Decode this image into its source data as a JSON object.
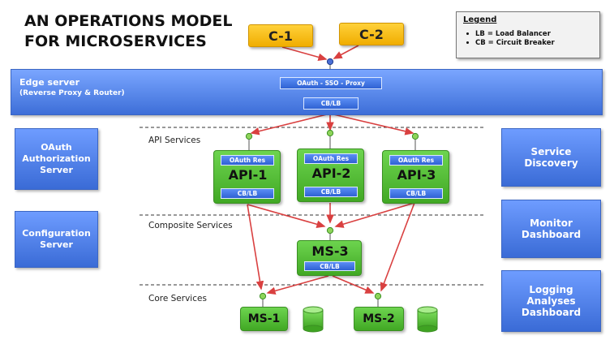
{
  "title": [
    "AN OPERATIONS MODEL",
    "FOR MICROSERVICES"
  ],
  "legend": {
    "title": "Legend",
    "items": [
      "LB = Load Balancer",
      "CB = Circuit Breaker"
    ]
  },
  "clients": [
    "C-1",
    "C-2"
  ],
  "edge_server": {
    "title": "Edge server",
    "subtitle": "(Reverse Proxy & Router)",
    "oauth_label": "OAuth - SSO - Proxy",
    "cblb_label": "CB/LB"
  },
  "left_services": [
    "OAuth Authorization Server",
    "Configuration Server"
  ],
  "right_services": [
    "Service Discovery",
    "Monitor Dashboard",
    "Logging Analyses Dashboard"
  ],
  "sections": [
    "API Services",
    "Composite Services",
    "Core Services"
  ],
  "api_services": [
    {
      "name": "API-1",
      "top": "OAuth Res",
      "bottom": "CB/LB"
    },
    {
      "name": "API-2",
      "top": "OAuth Res",
      "bottom": "CB/LB"
    },
    {
      "name": "API-3",
      "top": "OAuth Res",
      "bottom": "CB/LB"
    }
  ],
  "composite_service": {
    "name": "MS-3",
    "bottom": "CB/LB"
  },
  "core_services": [
    "MS-1",
    "MS-2"
  ],
  "colors": {
    "client": "#f5b300",
    "edge": "#4f7fe8",
    "service_green": "#52c234",
    "arrow": "#d94040",
    "connector": "#8ed45a"
  }
}
